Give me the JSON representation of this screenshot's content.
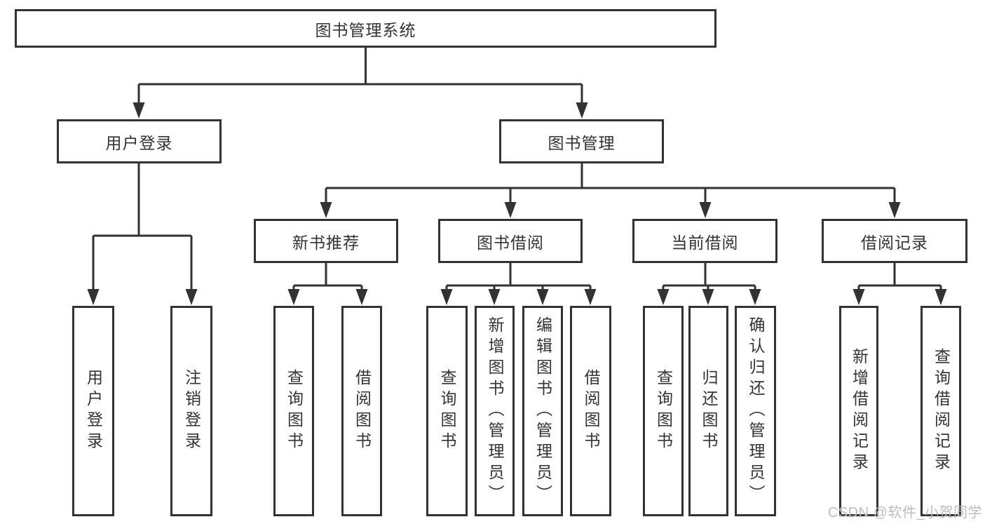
{
  "diagram": {
    "root": {
      "label": "图书管理系统"
    },
    "user_login": {
      "label": "用户登录",
      "children": [
        {
          "label": "用户登录"
        },
        {
          "label": "注销登录"
        }
      ]
    },
    "book_mgmt": {
      "label": "图书管理",
      "groups": [
        {
          "label": "新书推荐",
          "children": [
            {
              "label": "查询图书"
            },
            {
              "label": "借阅图书"
            }
          ]
        },
        {
          "label": "图书借阅",
          "children": [
            {
              "label": "查询图书"
            },
            {
              "label": "新增图书（管理员）"
            },
            {
              "label": "编辑图书（管理员）"
            },
            {
              "label": "借阅图书"
            }
          ]
        },
        {
          "label": "当前借阅",
          "children": [
            {
              "label": "查询图书"
            },
            {
              "label": "归还图书"
            },
            {
              "label": "确认归还（管理员）"
            }
          ]
        },
        {
          "label": "借阅记录",
          "children": [
            {
              "label": "新增借阅记录"
            },
            {
              "label": "查询借阅记录"
            }
          ]
        }
      ]
    }
  },
  "watermark": {
    "text": "CSDN @软件_小贺同学"
  },
  "colors": {
    "line": "#333333",
    "text": "#333333",
    "box_background": "#ffffff",
    "page_background": "#ffffff",
    "watermark": "#b9bdc4"
  }
}
